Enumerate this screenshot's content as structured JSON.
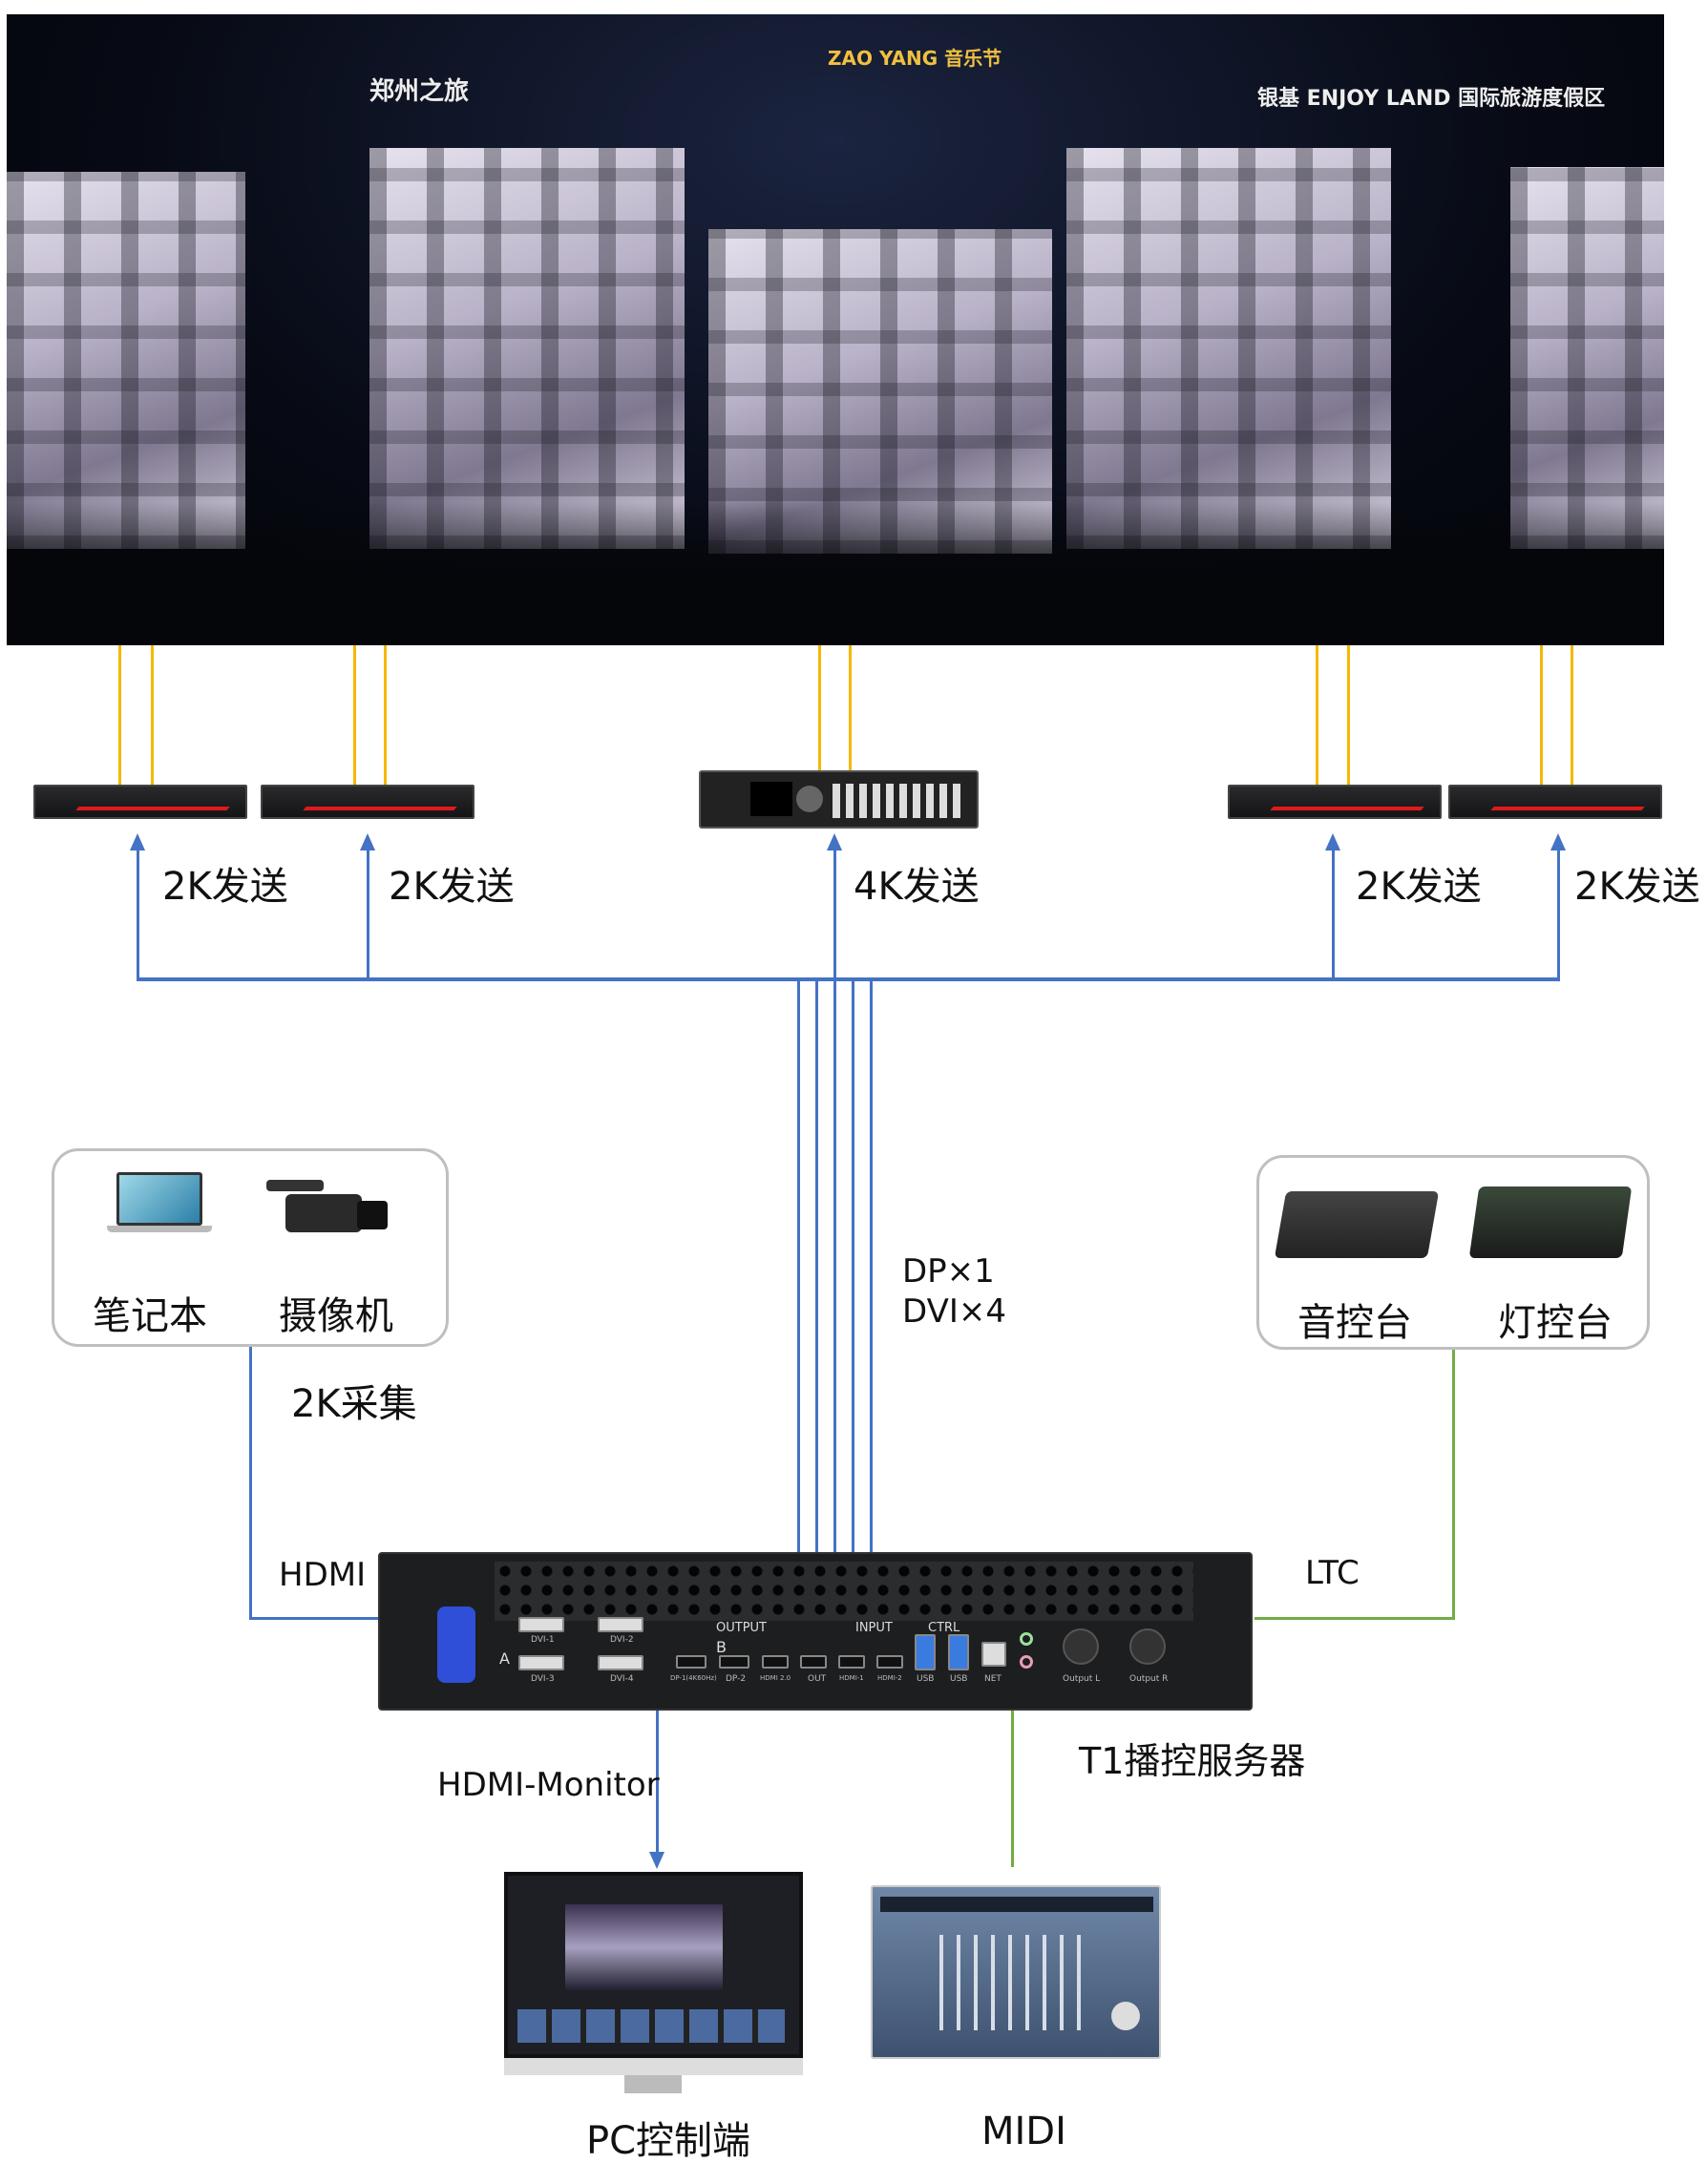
{
  "photo": {
    "logos": [
      "郑州之旅",
      "ZAO YANG 音乐节",
      "银基 ENJOY LAND 国际旅游度假区"
    ]
  },
  "senders": {
    "labels": [
      "2K发送",
      "2K发送",
      "4K发送",
      "2K发送",
      "2K发送"
    ]
  },
  "bundle_label": {
    "line1": "DP×1",
    "line2": "DVI×4"
  },
  "inputs_group": {
    "items": [
      "笔记本",
      "摄像机"
    ],
    "caption": "2K采集"
  },
  "control_group": {
    "items": [
      "音控台",
      "灯控台"
    ]
  },
  "connections": {
    "hdmi": "HDMI",
    "ltc": "LTC",
    "hdmi_monitor": "HDMI-Monitor"
  },
  "server": {
    "name": "T1播控服务器",
    "sections": {
      "output": "OUTPUT",
      "input": "INPUT",
      "ctrl": "CTRL",
      "a": "A",
      "b": "B"
    },
    "ports": [
      "DVI-1",
      "DVI-2",
      "DVI-3",
      "DVI-4",
      "DP-1(4K60Hz)",
      "DP-2",
      "HDMI 2.0",
      "OUT",
      "HDMI-1",
      "HDMI-2",
      "USB",
      "USB",
      "NET",
      "Output L",
      "Output R"
    ]
  },
  "bottom": {
    "pc": "PC控制端",
    "midi": "MIDI"
  },
  "colors": {
    "fiber": "#f5b800",
    "signal": "#4472c4",
    "control": "#70ad47"
  }
}
